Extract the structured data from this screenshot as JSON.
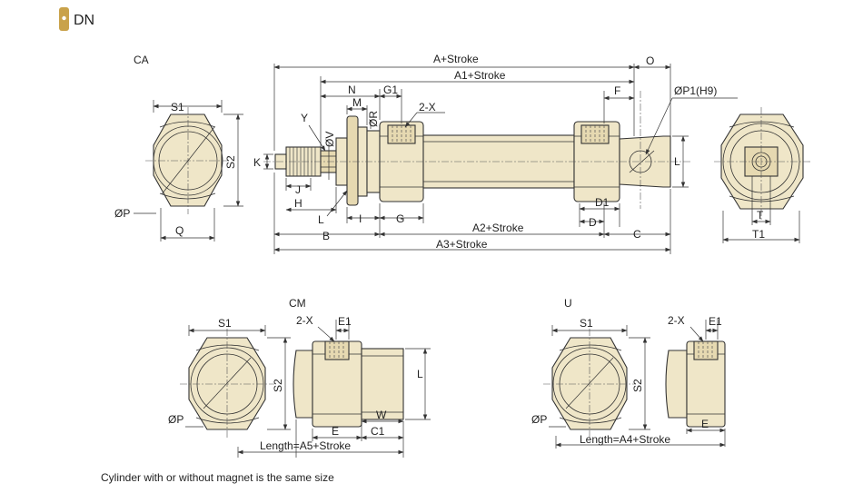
{
  "header": {
    "title": "DN",
    "badge_color": "#c9a24a"
  },
  "colors": {
    "part_fill": "#efe6c8",
    "part_shade": "#e6d9b1",
    "line": "#333333"
  },
  "views": {
    "ca": {
      "label": "CA",
      "dims": {
        "s1": "S1",
        "s2": "S2",
        "p": "ØP",
        "q": "Q"
      }
    },
    "main": {
      "dims": {
        "a_stroke": "A+Stroke",
        "a1_stroke": "A1+Stroke",
        "a2_stroke": "A2+Stroke",
        "a3_stroke": "A3+Stroke",
        "o": "O",
        "n": "N",
        "g1": "G1",
        "two_x": "2-X",
        "f": "F",
        "p1_h9": "ØP1(H9)",
        "m": "M",
        "y": "Y",
        "v": "ØV",
        "r": "ØR",
        "k": "K",
        "j": "J",
        "h": "H",
        "l_small": "L",
        "l_big": "L",
        "i": "I",
        "g": "G",
        "b": "B",
        "d1": "D1",
        "d": "D",
        "c": "C"
      }
    },
    "rear": {
      "dims": {
        "t": "T",
        "t1": "T1"
      }
    },
    "cm": {
      "label": "CM",
      "dims": {
        "s1": "S1",
        "s2": "S2",
        "p": "ØP",
        "two_x": "2-X",
        "e1": "E1",
        "l": "L",
        "w": "W",
        "e": "E",
        "c1": "C1",
        "length": "Length=A5+Stroke"
      }
    },
    "u": {
      "label": "U",
      "dims": {
        "s1": "S1",
        "s2": "S2",
        "p": "ØP",
        "two_x": "2-X",
        "e1": "E1",
        "e": "E",
        "length": "Length=A4+Stroke"
      }
    }
  },
  "footer": {
    "note": "Cylinder with or without magnet is the same size"
  }
}
